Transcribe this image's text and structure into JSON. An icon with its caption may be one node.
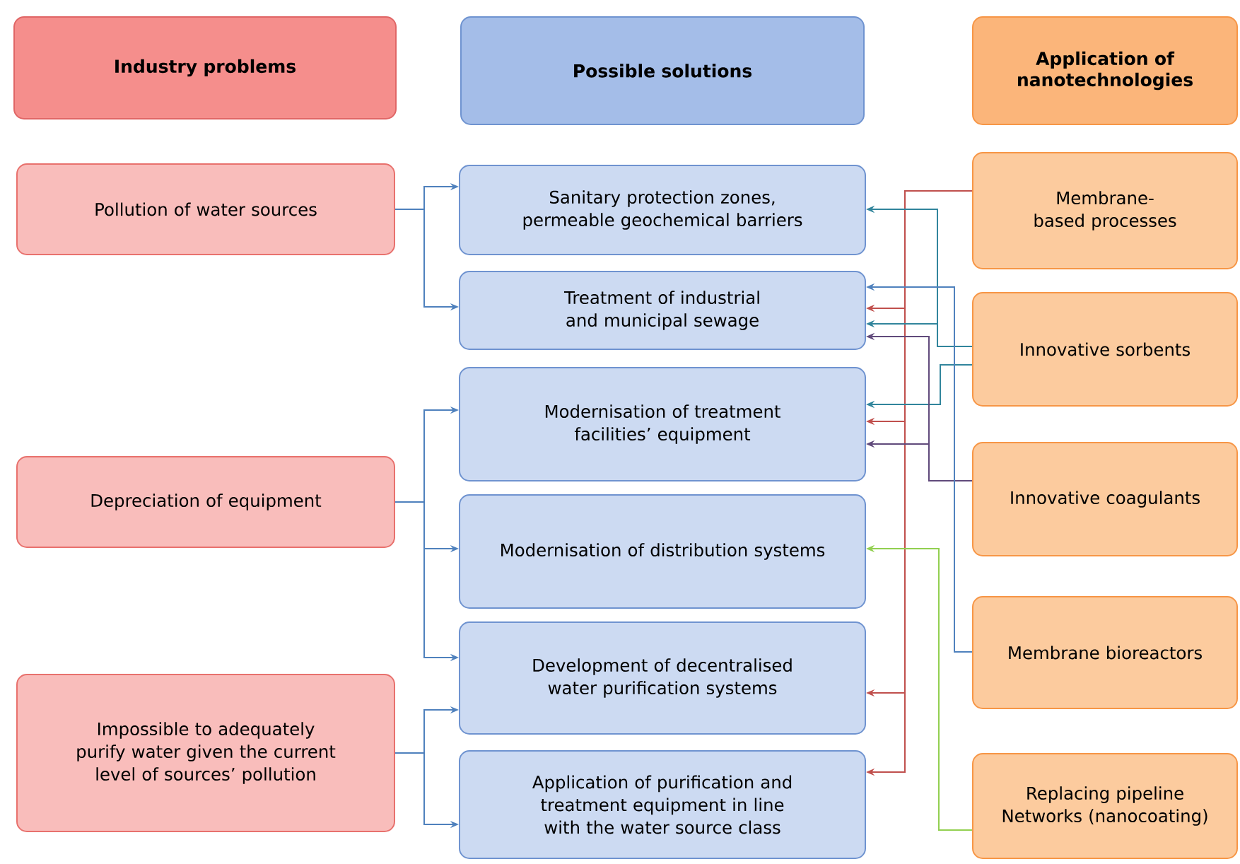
{
  "diagram": {
    "nodes": [
      {
        "text": [
          "Industry problems"
        ]
      },
      {
        "text": [
          "Possible solutions"
        ]
      },
      {
        "text": [
          "Application of nanotechnologies"
        ]
      },
      {
        "text": [
          "Pollution of water sources"
        ]
      },
      {
        "text": [
          "Depreciation of equipment"
        ]
      },
      {
        "text": [
          "Impossible to adequately purify water given the current level of sources’ pollution"
        ]
      },
      {
        "text": [
          "Sanitary protection zones, permeable geochemical barriers"
        ]
      },
      {
        "text": [
          "Treatment of industrial and municipal sewage"
        ]
      },
      {
        "text": [
          "Modernisation of treatment facilities’ equipment"
        ]
      },
      {
        "text": [
          "Modernisation of distribution systems"
        ]
      },
      {
        "text": [
          "Development of decentralised water purification systems"
        ]
      },
      {
        "text": [
          "Application of purification and treatment equipment in line with the water source class"
        ]
      },
      {
        "text": [
          "Membrane-based processes"
        ]
      },
      {
        "text": [
          "Innovative sorbents"
        ]
      },
      {
        "text": [
          "Innovative coagulants"
        ]
      },
      {
        "text": [
          "Membrane bioreactors"
        ]
      },
      {
        "text": [
          "Replacing pipeline Networks (nanocoating)"
        ]
      }
    ],
    "edges": [
      {
        "from": 3,
        "to": 6,
        "arrow": "to"
      },
      {
        "from": 3,
        "to": 7,
        "arrow": "to"
      },
      {
        "from": 4,
        "to": 8,
        "arrow": "to"
      },
      {
        "from": 4,
        "to": 9,
        "arrow": "to"
      },
      {
        "from": 4,
        "to": 10,
        "arrow": "to"
      },
      {
        "from": 5,
        "to": 10,
        "arrow": "to"
      },
      {
        "from": 5,
        "to": 11,
        "arrow": "to"
      },
      {
        "from": 12,
        "to": 7,
        "arrow": "to",
        "color": "#c0504d"
      },
      {
        "from": 12,
        "to": 8,
        "arrow": "to",
        "color": "#c0504d"
      },
      {
        "from": 12,
        "to": 10,
        "arrow": "to",
        "color": "#c0504d"
      },
      {
        "from": 12,
        "to": 11,
        "arrow": "to",
        "color": "#c0504d"
      },
      {
        "from": 13,
        "to": 6,
        "arrow": "to",
        "color": "#31859c"
      },
      {
        "from": 13,
        "to": 7,
        "arrow": "to",
        "color": "#31859c"
      },
      {
        "from": 13,
        "to": 8,
        "arrow": "to",
        "color": "#31859c"
      },
      {
        "from": 14,
        "to": 7,
        "arrow": "to",
        "color": "#604a7b"
      },
      {
        "from": 14,
        "to": 8,
        "arrow": "to",
        "color": "#604a7b"
      },
      {
        "from": 15,
        "to": 7,
        "arrow": "to"
      },
      {
        "from": 16,
        "to": 9,
        "arrow": "to",
        "color": "#92d050"
      }
    ]
  }
}
